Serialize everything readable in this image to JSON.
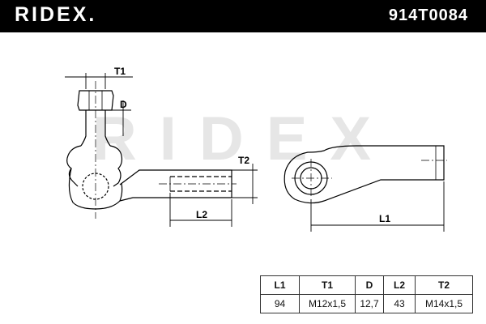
{
  "header": {
    "brand": "RIDEX.",
    "part_number": "914T0084"
  },
  "watermark": {
    "text": "RIDEX"
  },
  "dimension_labels": {
    "t1": "T1",
    "d": "D",
    "t2": "T2",
    "l2": "L2",
    "l1": "L1"
  },
  "spec_table": {
    "headers": [
      "L1",
      "T1",
      "D",
      "L2",
      "T2"
    ],
    "values": [
      "94",
      "M12x1,5",
      "12,7",
      "43",
      "M14x1,5"
    ]
  },
  "colors": {
    "header_bg": "#000000",
    "header_text": "#ffffff",
    "watermark": "#e6e6e6",
    "line": "#000000"
  }
}
